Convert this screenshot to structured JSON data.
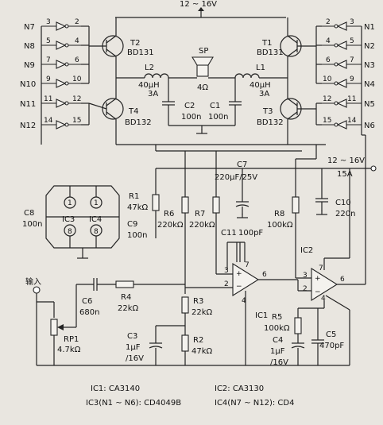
{
  "supply": {
    "top": "12 ~ 16V",
    "right": "12 ~ 16V",
    "current": "15A"
  },
  "transistors": {
    "T1": {
      "name": "T1",
      "part": "BD131"
    },
    "T2": {
      "name": "T2",
      "part": "BD131"
    },
    "T3": {
      "name": "T3",
      "part": "BD132"
    },
    "T4": {
      "name": "T4",
      "part": "BD132"
    }
  },
  "speaker": {
    "name": "SP",
    "value": "4Ω"
  },
  "inductors": {
    "L1": {
      "name": "L1",
      "value": "40μH",
      "rating": "3A"
    },
    "L2": {
      "name": "L2",
      "value": "40μH",
      "rating": "3A"
    }
  },
  "capacitors": {
    "C1": {
      "name": "C1",
      "value": "100n"
    },
    "C2": {
      "name": "C2",
      "value": "100n"
    },
    "C3": {
      "name": "C3",
      "value": "1μF",
      "rating": "/16V"
    },
    "C4": {
      "name": "C4",
      "value": "1μF",
      "rating": "/16V"
    },
    "C5": {
      "name": "C5",
      "value": "470pF"
    },
    "C6": {
      "name": "C6",
      "value": "680n"
    },
    "C7": {
      "name": "C7",
      "value": "220μF/25V"
    },
    "C8": {
      "name": "C8",
      "value": "100n"
    },
    "C9": {
      "name": "C9",
      "value": "100n"
    },
    "C10": {
      "name": "C10",
      "value": "220n"
    },
    "C11": {
      "name": "C11",
      "value": "100pF"
    }
  },
  "resistors": {
    "R1": {
      "name": "R1",
      "value": "47kΩ"
    },
    "R2": {
      "name": "R2",
      "value": "47kΩ"
    },
    "R3": {
      "name": "R3",
      "value": "22kΩ"
    },
    "R4": {
      "name": "R4",
      "value": "22kΩ"
    },
    "R5": {
      "name": "R5",
      "value": "100kΩ"
    },
    "R6": {
      "name": "R6",
      "value": "220kΩ"
    },
    "R7": {
      "name": "R7",
      "value": "220kΩ"
    },
    "R8": {
      "name": "R8",
      "value": "100kΩ"
    },
    "RP1": {
      "name": "RP1",
      "value": "4.7kΩ"
    }
  },
  "ics": {
    "IC1": "IC1",
    "IC2": "IC2",
    "IC3": "IC3",
    "IC4": "IC4"
  },
  "input_label": "输入",
  "inverters_left": {
    "N7": {
      "name": "N7",
      "in": "3",
      "out": "2"
    },
    "N8": {
      "name": "N8",
      "in": "5",
      "out": "4"
    },
    "N9": {
      "name": "N9",
      "in": "7",
      "out": "6"
    },
    "N10": {
      "name": "N10",
      "in": "9",
      "out": "10"
    },
    "N11": {
      "name": "N11",
      "in": "11",
      "out": "12"
    },
    "N12": {
      "name": "N12",
      "in": "14",
      "out": "15"
    }
  },
  "inverters_right": {
    "N1": {
      "name": "N1",
      "in": "3",
      "out": "2"
    },
    "N2": {
      "name": "N2",
      "in": "5",
      "out": "4"
    },
    "N3": {
      "name": "N3",
      "in": "7",
      "out": "6"
    },
    "N4": {
      "name": "N4",
      "in": "9",
      "out": "10"
    },
    "N5": {
      "name": "N5",
      "in": "11",
      "out": "12"
    },
    "N6": {
      "name": "N6",
      "in": "14",
      "out": "15"
    }
  },
  "pins": {
    "ic_power_top": "1",
    "ic_power_bottom": "8",
    "op_plus": "+",
    "op_minus": "−",
    "p2": "2",
    "p3": "3",
    "p4": "4",
    "p6": "6",
    "p7": "7"
  },
  "parts_list": {
    "ic1": "IC1: CA3140",
    "ic2": "IC2: CA3130",
    "ic3": "IC3(N1 ~ N6): CD4049B",
    "ic4": "IC4(N7 ~ N12): CD4"
  }
}
